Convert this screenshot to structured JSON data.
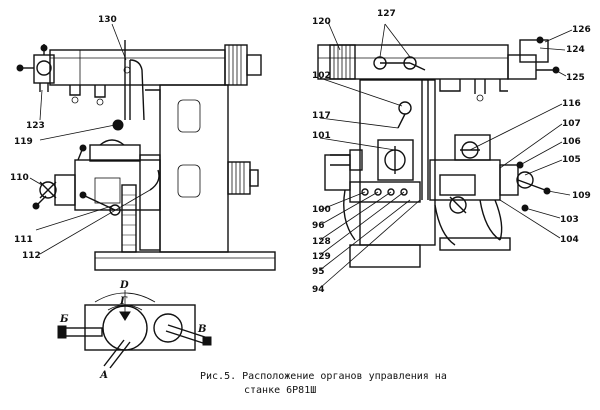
{
  "caption": {
    "line1": "Рис.5.  Расположение органов управления на",
    "line2": "станке 6Р81Ш"
  },
  "callouts": {
    "c130": "130",
    "c123": "123",
    "c119": "119",
    "c110": "110",
    "c111": "111",
    "c112": "112",
    "c120": "120",
    "c127": "127",
    "c126": "126",
    "c124": "124",
    "c125": "125",
    "c102": "102",
    "c117": "117",
    "c101": "101",
    "c116": "116",
    "c107": "107",
    "c106": "106",
    "c105": "105",
    "c109": "109",
    "c100": "100",
    "c96": "96",
    "c128": "128",
    "c129": "129",
    "c95": "95",
    "c94": "94",
    "c103": "103",
    "c104": "104"
  },
  "detail_letters": {
    "D": "D",
    "G": "Г",
    "B": "Б",
    "V": "В",
    "A": "А"
  }
}
